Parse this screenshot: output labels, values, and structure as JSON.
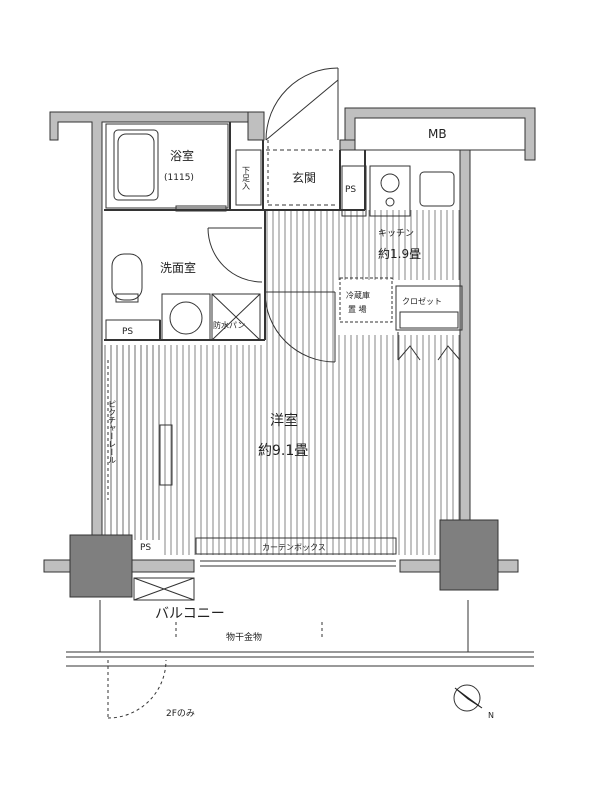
{
  "rooms": {
    "bath": {
      "name": "浴室",
      "size": "(1115)"
    },
    "shoe_box": "下足入",
    "entrance": "玄関",
    "mb": "MB",
    "kitchen": {
      "name": "キッチン",
      "area": "約1.9畳"
    },
    "washroom": "洗面室",
    "fridge": {
      "line1": "冷蔵庫",
      "line2": "置 場"
    },
    "closet": "クロゼット",
    "waterproof_pan": "防水パン",
    "ps_wash": "PS",
    "ps_kitchen": "PS",
    "ps_balcony": "PS",
    "western": {
      "name": "洋室",
      "area": "約9.1畳"
    },
    "picture_rail": "ピクチャーレール",
    "curtain_box": "カーテンボックス",
    "balcony": "バルコニー",
    "drying_hardware": "物干金物",
    "second_floor_only": "2Fのみ"
  },
  "compass": {
    "label": "N"
  },
  "colors": {
    "wall": "#bfbfbf",
    "line": "#333333",
    "hatch": "#555555"
  }
}
